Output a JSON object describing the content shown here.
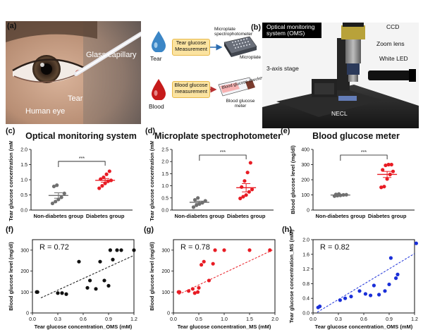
{
  "panels": {
    "a": {
      "letter": "(a)",
      "glass_label": "Glass capillary",
      "tear_label": "Tear",
      "eye_label": "Human eye"
    },
    "b": {
      "letter": "(b)",
      "tear_drop": "Tear",
      "blood_drop": "Blood",
      "tear_box": "Tear glucose Measurement",
      "blood_box": "Blood glucose measurement",
      "microplate_spec": "Microplate spectrophotometer",
      "microplate": "Microplate",
      "bg_checker": "Blood glucose checker",
      "bg_meter": "Blood glucose meter",
      "oms_title": "Optical monitoring system (OMS)",
      "ccd": "CCD",
      "zoom_lens": "Zoom lens",
      "white_led": "White LED",
      "stage": "3-axis stage",
      "necl": "NECL"
    },
    "c": {
      "letter": "(c)",
      "title": "Optical monitoring system"
    },
    "d": {
      "letter": "(d)",
      "title": "Microplate spectrophotometer"
    },
    "e": {
      "letter": "(e)",
      "title": "Blood glucose meter"
    },
    "f": {
      "letter": "(f)"
    },
    "g": {
      "letter": "(g)"
    },
    "h": {
      "letter": "(h)"
    }
  },
  "colors": {
    "gray": "#707070",
    "red": "#e81c24",
    "black": "#111111",
    "blue": "#1a2fd8",
    "box_yellow": "#fbe3a0",
    "box_border": "#e8b94a"
  },
  "chart_data": [
    {
      "id": "c",
      "type": "scatter",
      "title": "Optical monitoring system",
      "ylabel": "Tear glucose concentration (mM)",
      "categories": [
        "Non-diabetes group",
        "Diabetes group"
      ],
      "ylim": [
        0.0,
        2.0
      ],
      "yticks": [
        0.0,
        0.5,
        1.0,
        1.5,
        2.0
      ],
      "significance": "***",
      "series": [
        {
          "color": "#707070",
          "values": [
            0.22,
            0.28,
            0.35,
            0.42,
            0.55,
            0.78,
            0.82
          ],
          "mean": 0.48,
          "sem": 0.09
        },
        {
          "color": "#e81c24",
          "values": [
            0.72,
            0.8,
            0.88,
            0.95,
            0.98,
            1.02,
            1.08,
            1.18,
            1.28
          ],
          "mean": 0.98,
          "sem": 0.06
        }
      ]
    },
    {
      "id": "d",
      "type": "scatter",
      "title": "Microplate spectrophotometer",
      "ylabel": "Tear glucose concentration (mM)",
      "categories": [
        "Non-diabetes group",
        "Diabetes group"
      ],
      "ylim": [
        0.0,
        2.5
      ],
      "yticks": [
        0.0,
        0.5,
        1.0,
        1.5,
        2.0,
        2.5
      ],
      "significance": "***",
      "series": [
        {
          "color": "#707070",
          "values": [
            0.12,
            0.2,
            0.25,
            0.3,
            0.38,
            0.42,
            0.5
          ],
          "mean": 0.32,
          "sem": 0.05
        },
        {
          "color": "#e81c24",
          "values": [
            0.48,
            0.55,
            0.62,
            0.75,
            0.85,
            0.95,
            1.2,
            1.55,
            1.95
          ],
          "mean": 0.92,
          "sem": 0.17
        }
      ]
    },
    {
      "id": "e",
      "type": "scatter",
      "title": "Blood glucose meter",
      "ylabel": "Blood glucose level (mg/dl)",
      "categories": [
        "Non-diabetes group",
        "Diabetes group"
      ],
      "ylim": [
        0,
        400
      ],
      "yticks": [
        0,
        100,
        200,
        300,
        400
      ],
      "significance": "***",
      "series": [
        {
          "color": "#707070",
          "values": [
            92,
            95,
            97,
            100,
            101,
            103,
            106
          ],
          "mean": 99,
          "sem": 2
        },
        {
          "color": "#e81c24",
          "values": [
            150,
            155,
            205,
            235,
            255,
            265,
            295,
            300,
            300
          ],
          "mean": 235,
          "sem": 20
        }
      ]
    },
    {
      "id": "f",
      "type": "scatter",
      "r_label": "R = 0.72",
      "xlabel": "Tear glucose concentration_OMS (mM)",
      "ylabel": "Blood glucose level (mg/dl)",
      "xlim": [
        0.0,
        1.2
      ],
      "ylim": [
        0,
        350
      ],
      "xticks": [
        0.0,
        0.3,
        0.6,
        0.9,
        1.2
      ],
      "yticks": [
        0,
        100,
        200,
        300
      ],
      "color": "#111111",
      "x": [
        0.05,
        0.06,
        0.3,
        0.35,
        0.4,
        0.55,
        0.65,
        0.68,
        0.75,
        0.8,
        0.85,
        0.9,
        0.92,
        0.95,
        1.0,
        1.05,
        1.2
      ],
      "y": [
        100,
        100,
        95,
        95,
        90,
        245,
        120,
        155,
        115,
        245,
        155,
        130,
        300,
        255,
        300,
        300,
        300
      ],
      "fit": {
        "x": [
          0.1,
          1.2
        ],
        "y": [
          72,
          275
        ]
      }
    },
    {
      "id": "g",
      "type": "scatter",
      "r_label": "R = 0.78",
      "xlabel": "Tear glucose concentration_MS (mM)",
      "ylabel": "Blood glucose level (mg/dl)",
      "xlim": [
        0.0,
        2.0
      ],
      "ylim": [
        0,
        350
      ],
      "xticks": [
        0.0,
        0.5,
        1.0,
        1.5,
        2.0
      ],
      "yticks": [
        0,
        100,
        200,
        300
      ],
      "color": "#e81c24",
      "x": [
        0.1,
        0.12,
        0.3,
        0.38,
        0.42,
        0.48,
        0.5,
        0.55,
        0.6,
        0.7,
        0.78,
        0.82,
        1.0,
        1.5,
        1.9
      ],
      "y": [
        100,
        100,
        105,
        115,
        95,
        100,
        120,
        230,
        245,
        155,
        235,
        300,
        300,
        300,
        300
      ],
      "fit": {
        "x": [
          0.1,
          1.95
        ],
        "y": [
          88,
          300
        ]
      }
    },
    {
      "id": "h",
      "type": "scatter",
      "r_label": "R = 0.82",
      "xlabel": "Tear glucose concentration_OMS (mM)",
      "ylabel": "Tear glucose concentration_MS (mM)",
      "xlim": [
        0.0,
        1.2
      ],
      "ylim": [
        0.0,
        2.0
      ],
      "xticks": [
        0.0,
        0.3,
        0.6,
        0.9,
        1.2
      ],
      "yticks": [
        0.0,
        0.4,
        0.8,
        1.2,
        1.6,
        2.0
      ],
      "color": "#1a2fd8",
      "x": [
        0.06,
        0.08,
        0.32,
        0.38,
        0.45,
        0.55,
        0.62,
        0.68,
        0.72,
        0.78,
        0.85,
        0.9,
        0.92,
        0.98,
        1.0,
        1.22
      ],
      "y": [
        0.15,
        0.18,
        0.35,
        0.4,
        0.45,
        0.6,
        0.52,
        0.48,
        0.75,
        0.5,
        0.6,
        0.78,
        1.5,
        0.95,
        1.05,
        1.9
      ],
      "fit": {
        "x": [
          0.05,
          1.2
        ],
        "y": [
          0.02,
          1.62
        ]
      }
    }
  ]
}
